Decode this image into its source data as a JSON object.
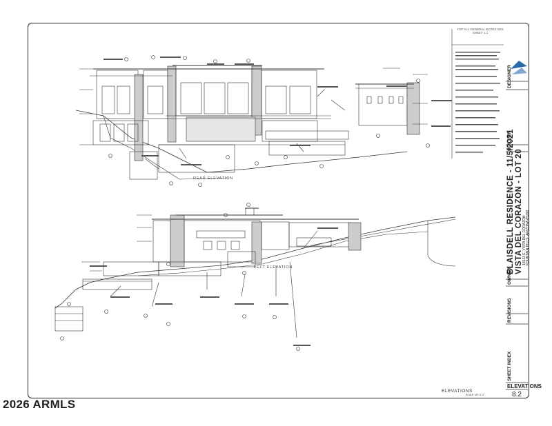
{
  "sheet": {
    "project_title": "BLAISDELL RESIDENCE - 11/5/2021",
    "project_subtitle": "VISTA DEL CORAZON - LOT 20",
    "project_address": "16623 E. VISTA DEL CORAZON",
    "project_city": "FOUNTAIN HILLS, ARIZONA 85268",
    "designer_label": "DESIGNER",
    "builder_label": "BUILDER",
    "owner_label": "OWNER",
    "revisions_label": "REVISIONS",
    "sheet_index_label": "SHEET INDEX",
    "elevations_label": "ELEVATIONS",
    "sheet_number": "8.2",
    "drawing_title": "ELEVATIONS",
    "scale_note": "SCALE 1/8\"=1'-0\"",
    "notes_header": "TOP ALL GENERAL NOTES SEE SHEET 1.1"
  },
  "views": {
    "rear": "REAR ELEVATION",
    "left": "LEFT ELEVATION"
  },
  "watermark": "2026 ARMLS"
}
